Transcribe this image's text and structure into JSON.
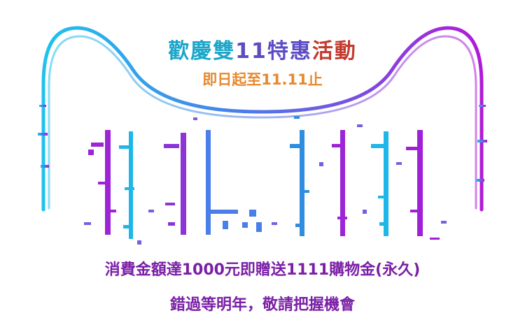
{
  "banner": {
    "title_part1": "歡慶雙",
    "title_part2": "11",
    "title_part3": "特惠",
    "title_part4": "活動",
    "subtitle": "即日起至11.11止",
    "promo_line": "消費金額達1000元即贈送1111購物金(永久)",
    "closing_line": "錯過等明年，敬請把握機會"
  },
  "graphic": {
    "glyph_text": "11.11",
    "colors": {
      "cyan": "#1fb6e8",
      "blue": "#4a7ee8",
      "purple": "#a020d8",
      "title_cyan": "#1ba6c9",
      "title_violet": "#5b4cc4",
      "title_red": "#c33a2f",
      "subtitle_orange": "#e7892f",
      "promo_purple": "#7a1fa6"
    }
  }
}
